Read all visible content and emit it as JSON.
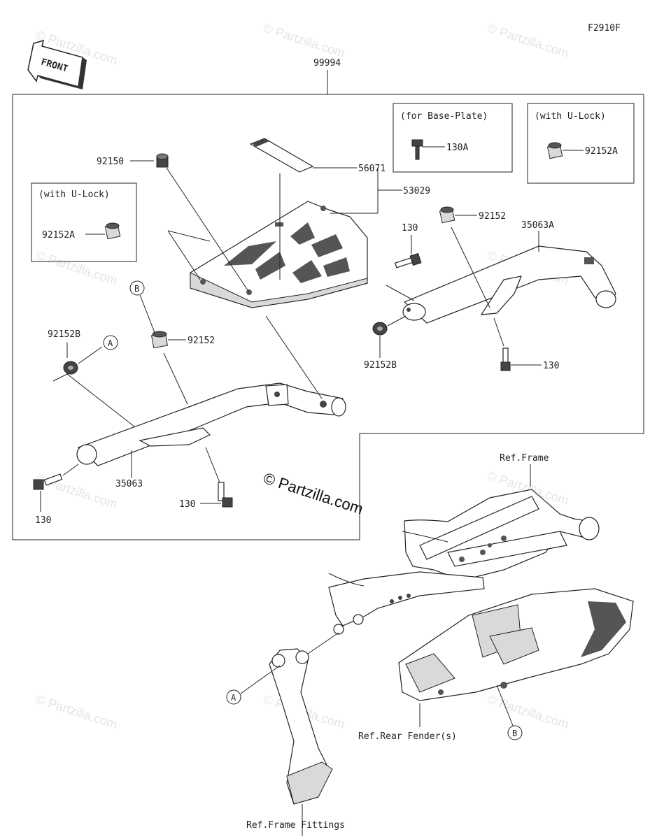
{
  "diagram_code": "F2910F",
  "front_label": "FRONT",
  "watermark": "© Partzilla.com",
  "copyright_center": "© Partzilla.com",
  "parts": {
    "kit": "99994",
    "rack_plate": "53029",
    "sticker": "56071",
    "collar_top": "92150",
    "right_bracket": "35063A",
    "left_bracket": "35063",
    "bolt": "130",
    "bolt_a": "130A",
    "collar": "92152",
    "collar_a": "92152A",
    "collar_b": "92152B"
  },
  "callouts": {
    "a": "A",
    "b": "B"
  },
  "notes": {
    "base_plate": "(for Base-Plate)",
    "u_lock": "(with U-Lock)"
  },
  "refs": {
    "frame": "Ref.Frame",
    "rear_fender": "Ref.Rear Fender(s)",
    "frame_fittings": "Ref.Frame Fittings"
  }
}
